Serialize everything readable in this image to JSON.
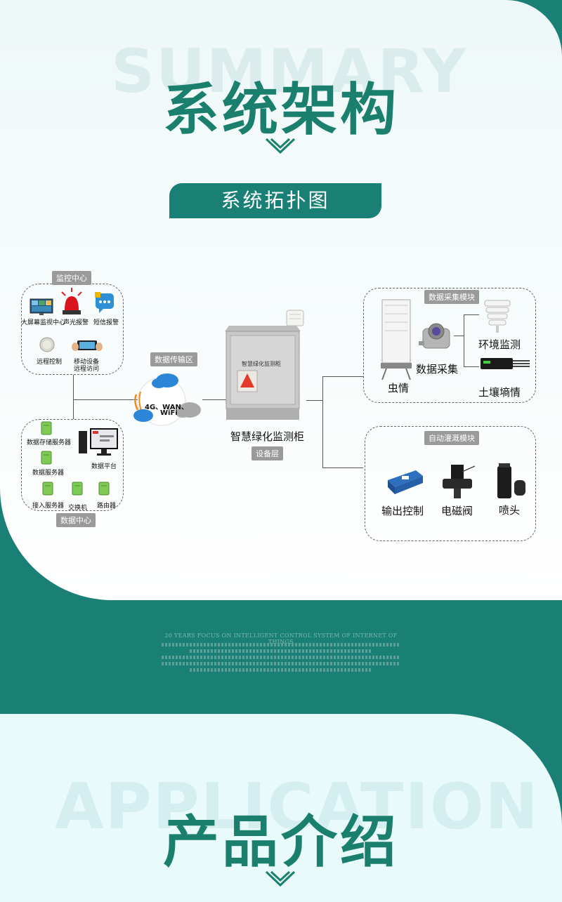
{
  "section1": {
    "watermark": "SUMMARY",
    "title": "系统架构",
    "subtitle": "系统拓扑图"
  },
  "diagram": {
    "monitor_center": {
      "tag": "监控中心",
      "items": [
        "大屏幕监视中心",
        "声光报警",
        "短信报警",
        "远程控制",
        "移动设备",
        "远程访问"
      ]
    },
    "data_center": {
      "tag": "数据中心",
      "items": [
        "数据存储服务器",
        "数据服务器",
        "数据平台",
        "接入服务器",
        "交换机",
        "路由器"
      ]
    },
    "transfer": {
      "tag": "数据传输区",
      "cloud_line1": "4G、WAN、",
      "cloud_line2": "WiFi"
    },
    "cabinet": {
      "name": "智慧绿化监测柜",
      "plate": "智慧绿化监测柜",
      "tag": "设备层"
    },
    "collect_module": {
      "tag": "数据采集模块",
      "items": [
        "虫情",
        "数据采集",
        "环境监测",
        "土壤墒情"
      ]
    },
    "irrigation_module": {
      "tag": "自动灌溉模块",
      "items": [
        "输出控制",
        "电磁阀",
        "喷头"
      ]
    }
  },
  "footer": {
    "line1": "20 YEARS FOCUS ON INTELLIGENT CONTROL SYSTEM OF INTERNET OF THINGS"
  },
  "section2": {
    "watermark": "APPLICATION",
    "title": "产品介绍"
  },
  "colors": {
    "brand": "#1a7f74",
    "title": "#1a7f6d",
    "tag_gray": "#9a9a9a"
  }
}
